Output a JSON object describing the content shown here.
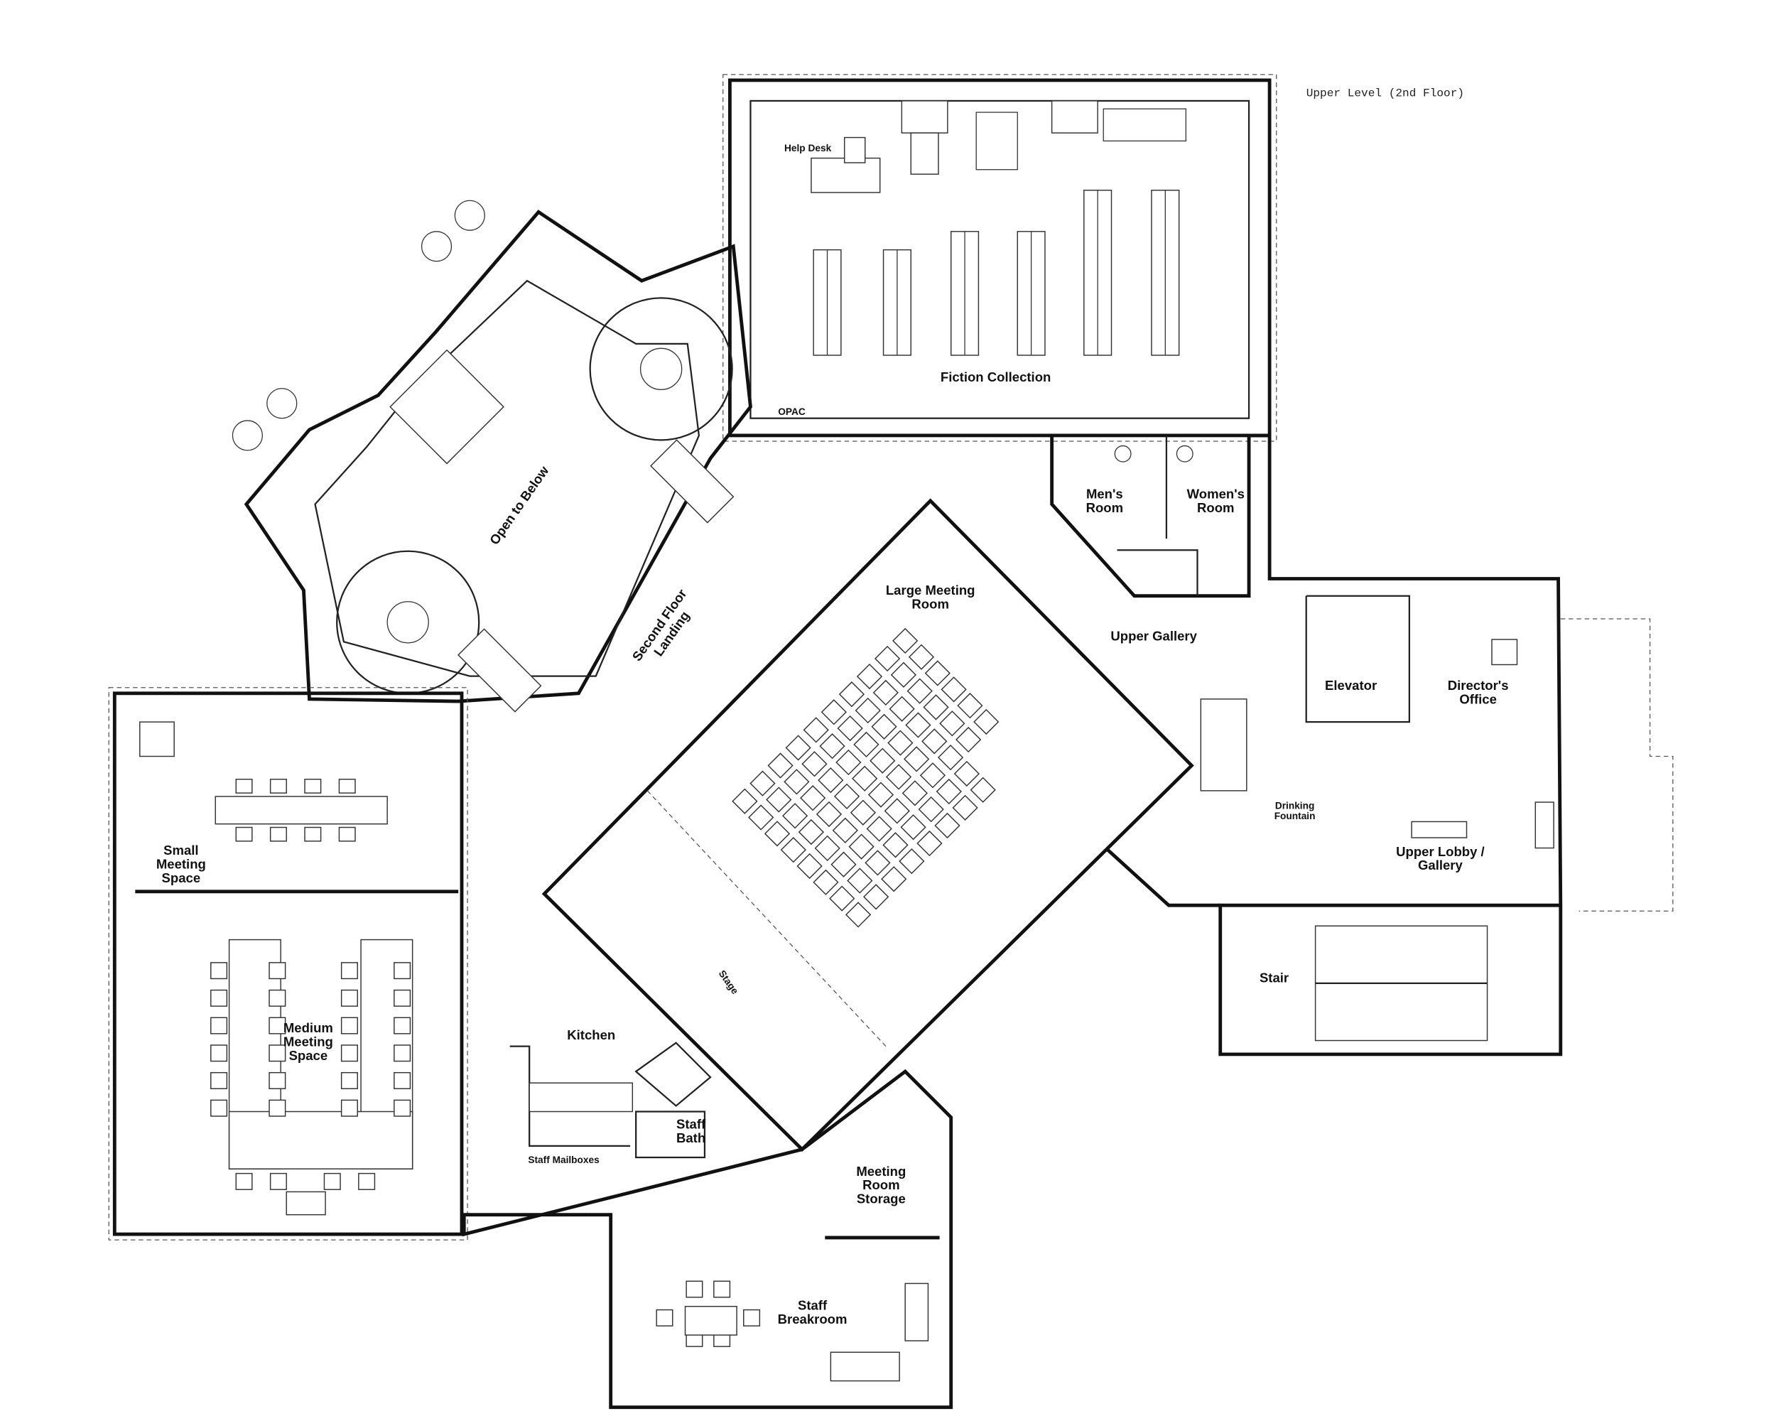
{
  "title": "Upper Level (2nd Floor)",
  "rooms": {
    "help_desk": "Help Desk",
    "fiction": "Fiction Collection",
    "opac": "OPAC",
    "open_below": "Open to Below",
    "landing": [
      "Second Floor",
      "Landing"
    ],
    "large_meeting": [
      "Large Meeting",
      "Room"
    ],
    "upper_gallery": "Upper Gallery",
    "mens": [
      "Men's",
      "Room"
    ],
    "womens": [
      "Women's",
      "Room"
    ],
    "elevator": "Elevator",
    "director": [
      "Director's",
      "Office"
    ],
    "fountain": [
      "Drinking",
      "Fountain"
    ],
    "lobby": [
      "Upper Lobby /",
      "Gallery"
    ],
    "stair": "Stair",
    "stage": "Stage",
    "small_meeting": [
      "Small",
      "Meeting",
      "Space"
    ],
    "medium_meeting": [
      "Medium",
      "Meeting",
      "Space"
    ],
    "kitchen": "Kitchen",
    "staff_bath": [
      "Staff",
      "Bath"
    ],
    "mailboxes": "Staff Mailboxes",
    "storage": [
      "Meeting",
      "Room",
      "Storage"
    ],
    "breakroom": [
      "Staff",
      "Breakroom"
    ]
  },
  "colors": {
    "line": "#111111",
    "background": "#ffffff"
  }
}
